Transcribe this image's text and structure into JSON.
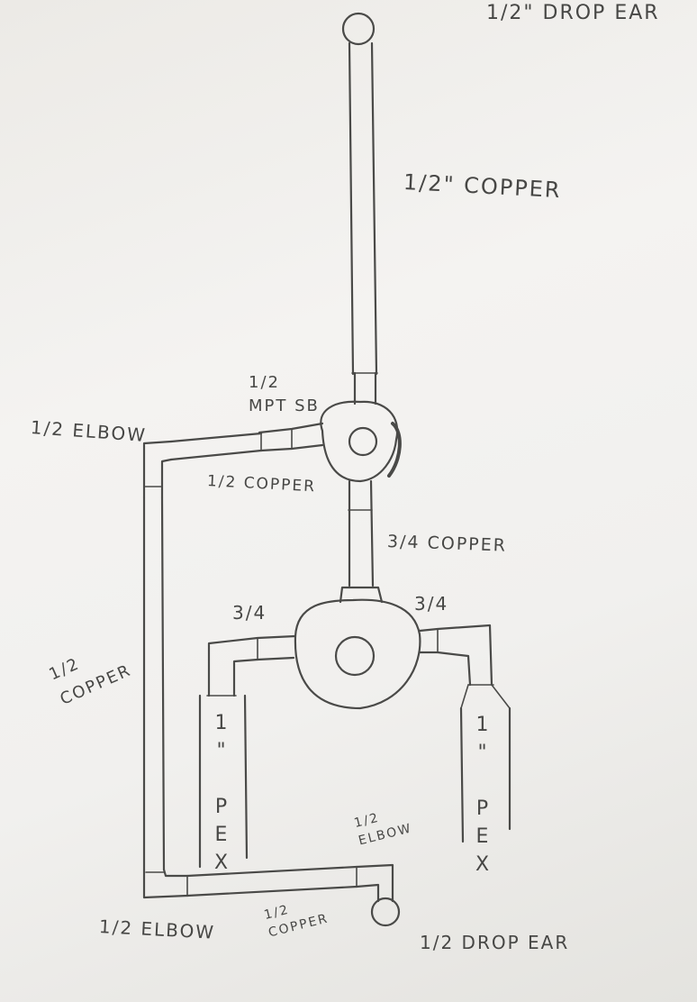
{
  "labels": {
    "top_drop_ear": "1/2\" DROP EAR",
    "half_copper_riser": "1/2\" COPPER",
    "mpt_sb": "1/2 MPT SB",
    "half_elbow_top": "1/2 ELBOW",
    "half_copper_top": "1/2 COPPER",
    "three_quarter_copper": "3/4 COPPER",
    "three_quarter_left": "3/4",
    "three_quarter_right": "3/4",
    "half_copper_left": "1/2 COPPER",
    "pex_left": "1\" PEX",
    "pex_right": "1\" PEX",
    "half_elbow_right": "1/2 ELBOW",
    "half_elbow_bottom": "1/2 ELBOW",
    "half_copper_bottom": "1/2 COPPER",
    "bottom_drop_ear": "1/2 DROP EAR"
  }
}
